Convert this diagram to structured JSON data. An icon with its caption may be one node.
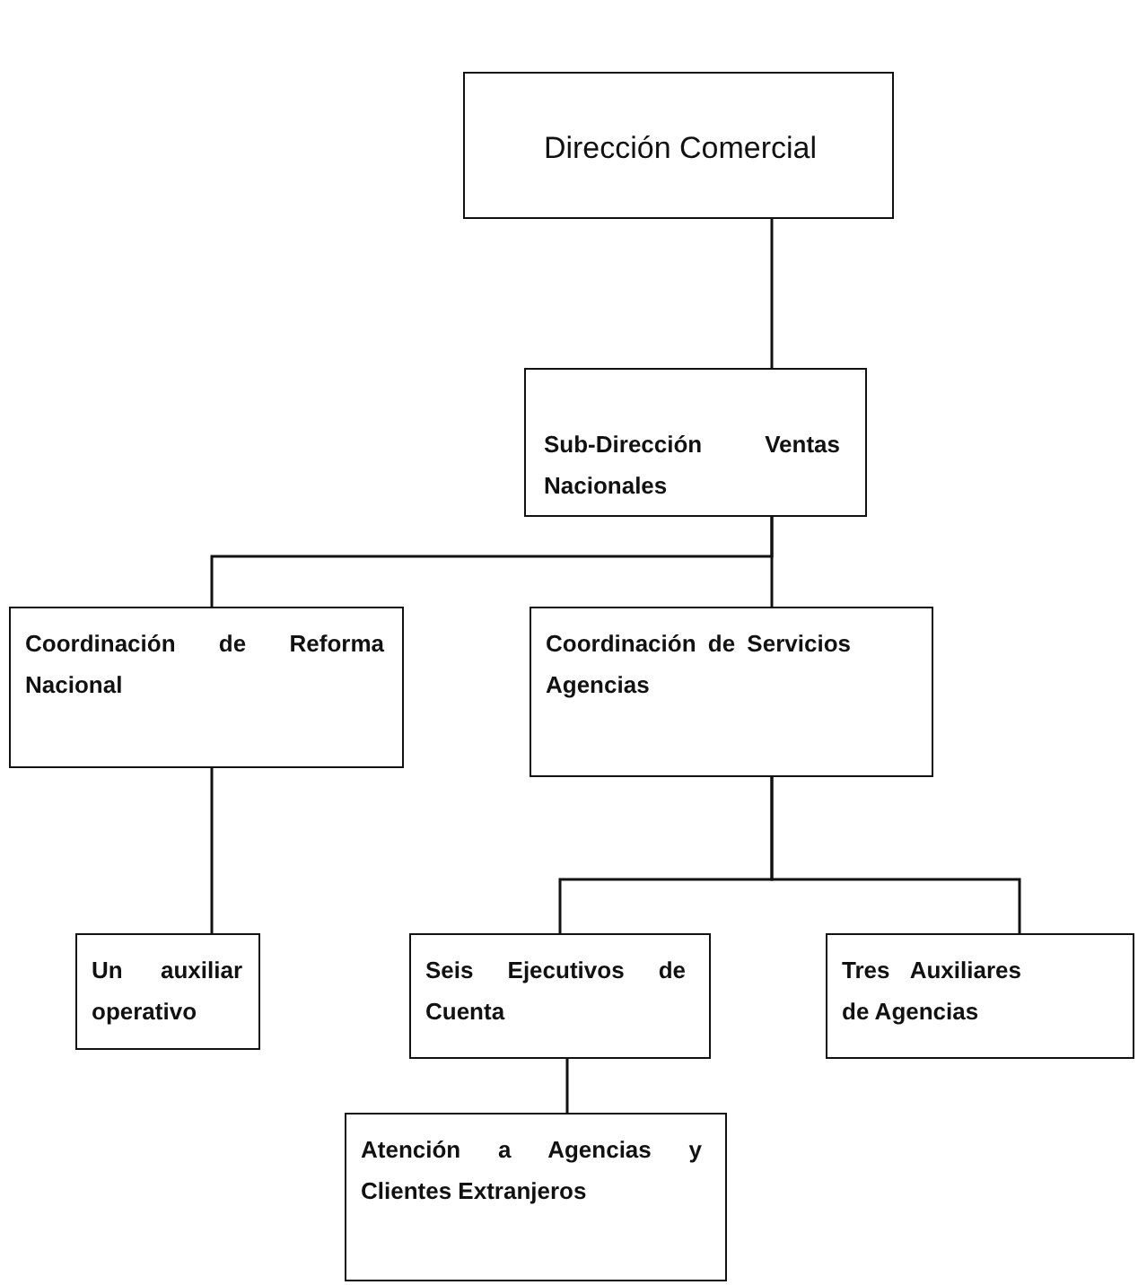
{
  "diagram": {
    "nodes": [
      {
        "text": [
          "Dirección Comercial"
        ]
      },
      {
        "text": [
          "Sub-Dirección Ventas Nacionales"
        ]
      },
      {
        "text": [
          "Coordinación de Reforma Nacional"
        ]
      },
      {
        "text": [
          "Coordinación de Servicios Agencias"
        ]
      },
      {
        "text": [
          "Un auxiliar operativo"
        ]
      },
      {
        "text": [
          "Seis Ejecutivos de Cuenta"
        ]
      },
      {
        "text": [
          "Tres Auxiliares de Agencias"
        ]
      },
      {
        "text": [
          "Atención a Agencias y Clientes Extranjeros"
        ]
      }
    ],
    "edges": [
      {
        "from": 0,
        "to": 1,
        "arrow": "none"
      },
      {
        "from": 1,
        "to": 2,
        "arrow": "none"
      },
      {
        "from": 1,
        "to": 3,
        "arrow": "none"
      },
      {
        "from": 2,
        "to": 4,
        "arrow": "none"
      },
      {
        "from": 3,
        "to": 5,
        "arrow": "none"
      },
      {
        "from": 3,
        "to": 6,
        "arrow": "none"
      },
      {
        "from": 5,
        "to": 7,
        "arrow": "none"
      }
    ]
  }
}
